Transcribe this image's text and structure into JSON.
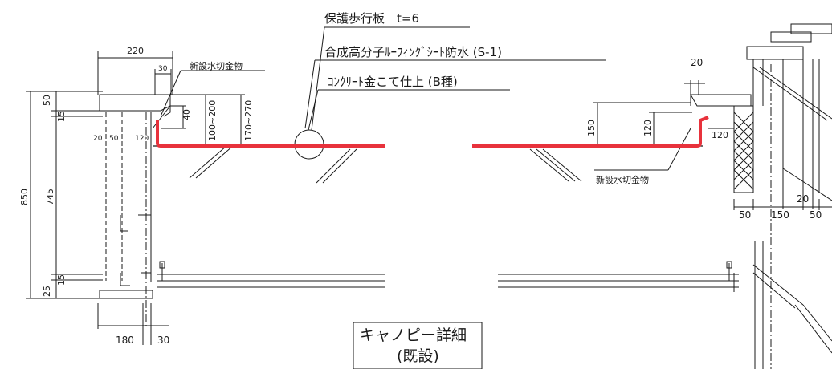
{
  "drawing": {
    "title": "キャノピー詳細",
    "subtitle": "(既設)",
    "notes": {
      "walkway_board": "保護歩行板　t=6",
      "waterproofing": "合成高分子ﾙｰﾌｨﾝｸﾞｼｰﾄ防水 (S-1)",
      "concrete_finish": "ｺﾝｸﾘｰﾄ金こて仕上 (B種)"
    },
    "labels": {
      "flashing_left": "新設水切金物",
      "flashing_right": "新設水切金物"
    },
    "dimensions": {
      "top_width": "220",
      "top_small": "30",
      "d40": "40",
      "range_100_200": "100~200",
      "range_170_270": "170~270",
      "b20": "20",
      "b50": "50",
      "b120_left": "120",
      "v50": "50",
      "v15_top": "15",
      "v850": "850",
      "v745": "745",
      "v15_bottom": "15",
      "v25": "25",
      "bottom_180": "180",
      "bottom_30": "30",
      "r20_top": "20",
      "r150": "150",
      "r120_v": "120",
      "r120_h": "120",
      "rb20": "20",
      "rb50_left": "50",
      "rb150": "150",
      "rb50_right": "50"
    },
    "colors": {
      "waterproof_line": "#e8323c",
      "ink": "#1a1a1a"
    }
  }
}
